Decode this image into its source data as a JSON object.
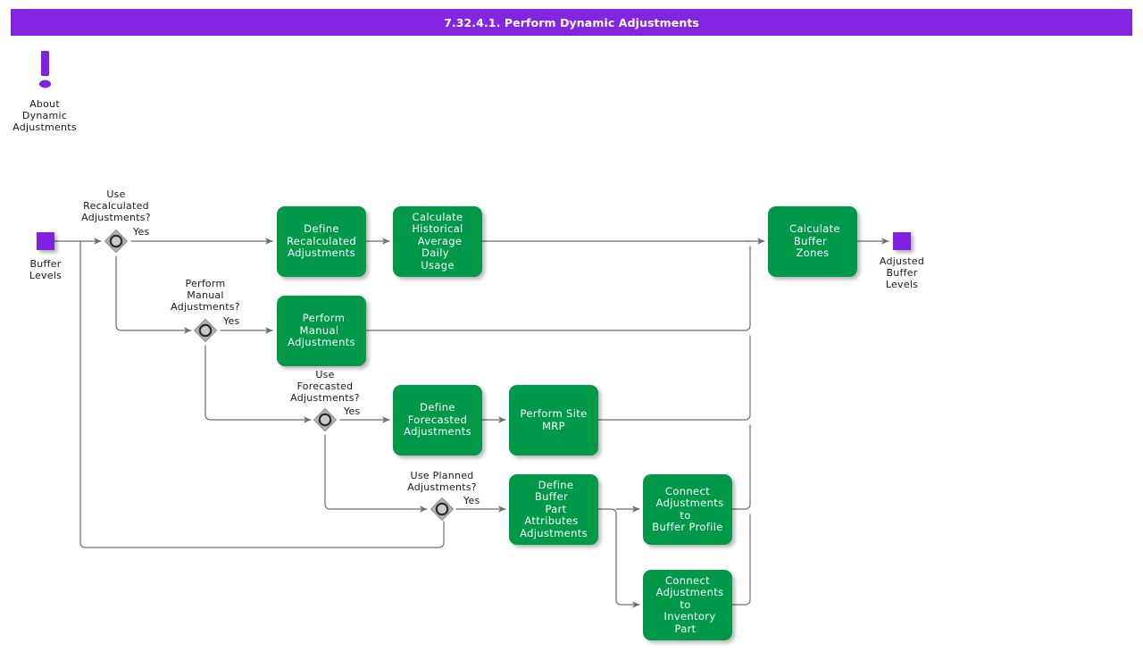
{
  "header": {
    "title": "7.32.4.1. Perform Dynamic Adjustments"
  },
  "note": {
    "icon": "exclamation-icon",
    "label": "About\nDynamic\nAdjustments",
    "line1": "About",
    "line2": "Dynamic",
    "line3": "Adjustments"
  },
  "colors": {
    "header_purple": "#8226E3",
    "event_purple": "#8020E0",
    "task_green": "#009949",
    "gateway_gray": "#9B9B9B",
    "connector_gray": "#6E6E6E",
    "text_white": "#FFFFFF",
    "text_dark": "#1A1A1A"
  },
  "events": [
    {
      "id": "start",
      "type": "start-event",
      "label_lines": [
        "Buffer",
        "Levels"
      ],
      "label": "Buffer Levels"
    },
    {
      "id": "end",
      "type": "end-event",
      "label_lines": [
        "Adjusted",
        "Buffer",
        "Levels"
      ],
      "label": "Adjusted Buffer Levels"
    }
  ],
  "gateways": [
    {
      "id": "gw-recalculated",
      "type": "inclusive-gateway",
      "label_lines": [
        "Use",
        "Recalculated",
        "Adjustments?"
      ],
      "label": "Use Recalculated Adjustments?",
      "branch_label": "Yes"
    },
    {
      "id": "gw-manual",
      "type": "inclusive-gateway",
      "label_lines": [
        "Perform",
        "Manual",
        "Adjustments?"
      ],
      "label": "Perform Manual Adjustments?",
      "branch_label": "Yes"
    },
    {
      "id": "gw-forecasted",
      "type": "inclusive-gateway",
      "label_lines": [
        "Use",
        "Forecasted",
        "Adjustments?"
      ],
      "label": "Use Forecasted Adjustments?",
      "branch_label": "Yes"
    },
    {
      "id": "gw-planned",
      "type": "inclusive-gateway",
      "label_lines": [
        "Use Planned",
        "Adjustments?"
      ],
      "label": "Use Planned Adjustments?",
      "branch_label": "Yes"
    }
  ],
  "tasks": [
    {
      "id": "define-recalculated",
      "label": "Define Recalculated Adjustments",
      "lines": [
        "Define",
        "Recalculated",
        "Adjustments"
      ]
    },
    {
      "id": "calculate-historical",
      "label": "Calculate Historical Average Daily Usage",
      "lines": [
        "Calculate",
        "Historical",
        "Average Daily",
        "Usage"
      ]
    },
    {
      "id": "calculate-buffer-zones",
      "label": "Calculate Buffer Zones",
      "lines": [
        "Calculate Buffer",
        "Zones"
      ]
    },
    {
      "id": "perform-manual",
      "label": "Perform Manual Adjustments",
      "lines": [
        "Perform Manual",
        "Adjustments"
      ]
    },
    {
      "id": "define-forecasted",
      "label": "Define Forecasted Adjustments",
      "lines": [
        "Define",
        "Forecasted",
        "Adjustments"
      ]
    },
    {
      "id": "perform-site-mrp",
      "label": "Perform Site MRP",
      "lines": [
        "Perform Site",
        "MRP"
      ]
    },
    {
      "id": "define-buffer-part-attributes",
      "label": "Define Buffer Part Attributes Adjustments",
      "lines": [
        "Define Buffer",
        "Part Attributes",
        "Adjustments"
      ]
    },
    {
      "id": "connect-buffer-profile",
      "label": "Connect Adjustments to Buffer Profile",
      "lines": [
        "Connect",
        "Adjustments to",
        "Buffer Profile"
      ]
    },
    {
      "id": "connect-inventory-part",
      "label": "Connect Adjustments to Inventory Part",
      "lines": [
        "Connect",
        "Adjustments to",
        "Inventory Part"
      ]
    }
  ]
}
